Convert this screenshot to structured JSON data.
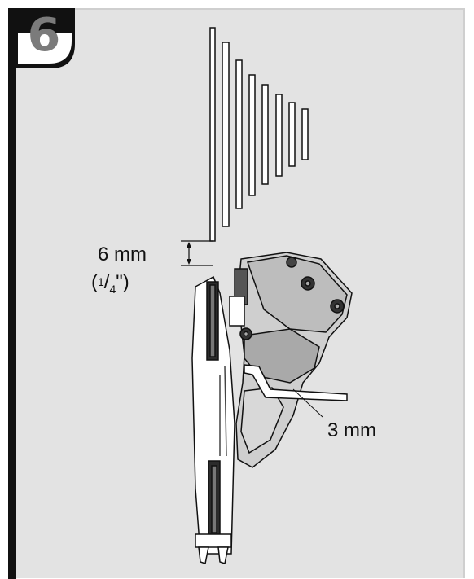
{
  "step": {
    "number": "6"
  },
  "labels": {
    "gap": "6 mm",
    "gap_inch_open": "(",
    "gap_inch_num": "1",
    "gap_inch_slash": "/",
    "gap_inch_den": "4",
    "gap_inch_close": "\")",
    "hex_key": "3 mm"
  },
  "colors": {
    "background": "#e3e3e3",
    "ink": "#111111",
    "badge": "#7b7b7b"
  },
  "icons": [
    "chainring-stack",
    "front-derailleur",
    "hex-key"
  ]
}
